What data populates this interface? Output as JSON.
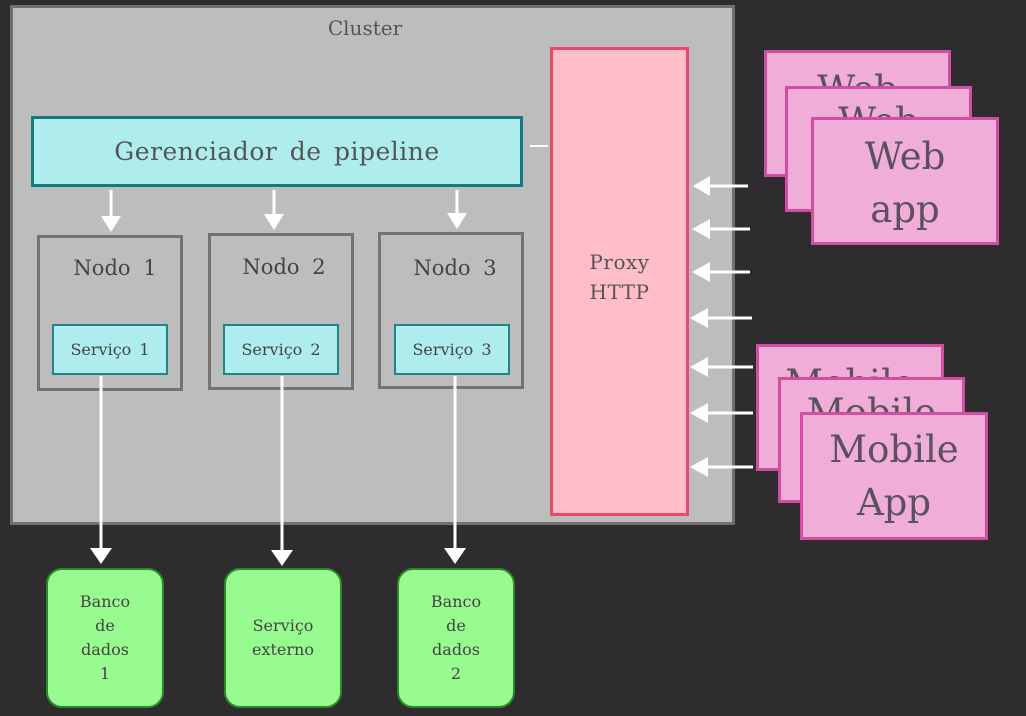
{
  "cluster": {
    "title": "Cluster"
  },
  "pipeline": {
    "label": "Gerenciador de pipeline"
  },
  "nodes": [
    {
      "label": "Nodo 1",
      "service": "Serviço 1"
    },
    {
      "label": "Nodo 2",
      "service": "Serviço 2"
    },
    {
      "label": "Nodo 3",
      "service": "Serviço 3"
    }
  ],
  "proxy": {
    "line1": "Proxy",
    "line2": "HTTP"
  },
  "web_stack": {
    "back1": "Web",
    "back2": "Web",
    "front1": "Web",
    "front2": "app"
  },
  "mobile_stack": {
    "back1": "Mobile",
    "back2": "Mobile",
    "front1": "Mobile",
    "front2": "App"
  },
  "stores": [
    {
      "l1": "Banco",
      "l2": "de",
      "l3": "dados",
      "l4": "1"
    },
    {
      "l1": "Serviço",
      "l2": "externo"
    },
    {
      "l1": "Banco",
      "l2": "de",
      "l3": "dados",
      "l4": "2"
    }
  ],
  "colors": {
    "background": "#2f2c2f",
    "cluster": "#bdbdbd",
    "pipeline": "#aeeced",
    "proxy": "#ffbdc9",
    "client": "#efadd8",
    "store": "#98fb90",
    "arrow": "#ffffff"
  }
}
